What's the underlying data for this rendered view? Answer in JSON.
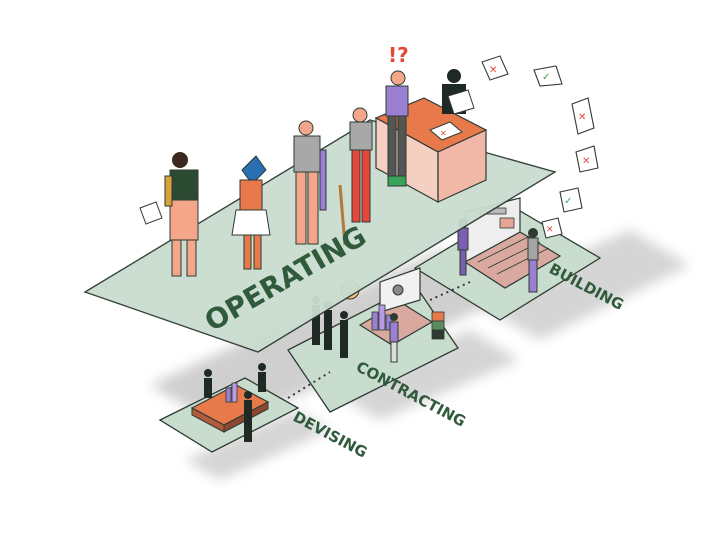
{
  "labels": {
    "operating": "OPERATING",
    "building": "BUILDING",
    "contracting": "CONTRACTING",
    "devising": "DEVISING",
    "exclamation": "!?"
  },
  "colors": {
    "plate_fill": "#c9ddcf",
    "plate_stroke": "#2e3a32",
    "label_green": "#2f5a3c",
    "accent_orange": "#e8794b",
    "accent_purple": "#9b7fd1",
    "desk_pink": "#f6cfc3",
    "mark_red": "#e5483b",
    "mark_green": "#3aa35a"
  },
  "icons": [
    "person-figure",
    "reject-document",
    "approve-document",
    "laptop",
    "desk",
    "bar-chart",
    "stacked-blocks",
    "dotted-connector"
  ]
}
